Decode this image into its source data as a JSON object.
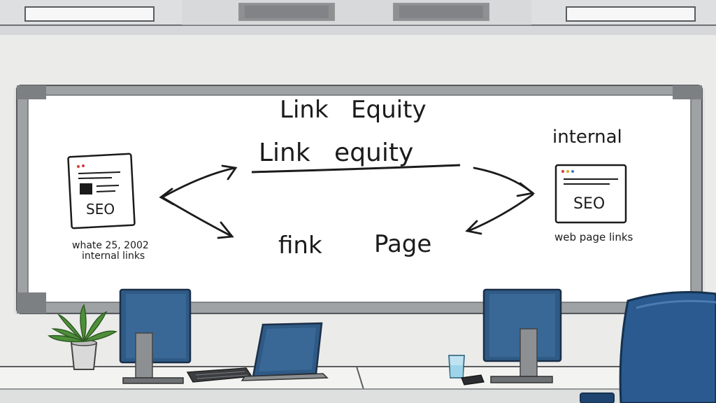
{
  "whiteboard": {
    "title_top": "Link   Equity",
    "title_underlined": "Link   equity",
    "bottom_text_left": "fink",
    "bottom_text_right": "Page",
    "right_heading": "internal"
  },
  "left_doc": {
    "seo_label": "SEO",
    "caption_line1": "whate 25, 2002",
    "caption_line2": "internal links"
  },
  "right_doc": {
    "seo_label": "SEO",
    "caption": "web page links"
  },
  "colors": {
    "wall": "#e9e9e7",
    "ceiling": "#dcdde0",
    "board_frame": "#8f9294",
    "board_surface": "#ffffff",
    "ink": "#1b1b1b",
    "monitor_blue": "#2f5a86",
    "chair_blue": "#2a5a8f",
    "plant_green": "#4e8f3a",
    "desk": "#f4f4f2"
  },
  "icons": [
    "plant-icon",
    "monitor-icon",
    "keyboard-icon",
    "laptop-icon",
    "glass-icon",
    "phone-icon",
    "chair-icon"
  ]
}
